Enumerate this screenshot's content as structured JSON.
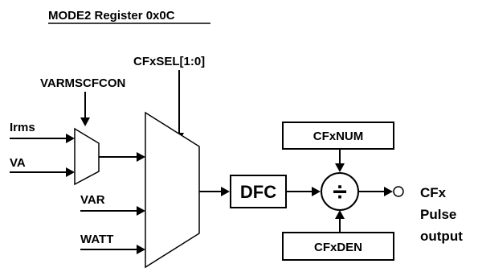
{
  "title": "MODE2 Register 0x0C",
  "control_labels": {
    "varmscfcon": "VARMSCFCON",
    "cfxsel": "CFxSEL[1:0]"
  },
  "inputs": {
    "irms": "Irms",
    "va": "VA",
    "var": "VAR",
    "watt": "WATT"
  },
  "blocks": {
    "dfc": "DFC",
    "cfxnum": "CFxNUM",
    "cfxden": "CFxDEN",
    "divider_symbol": "÷"
  },
  "output": {
    "line1": "CFx",
    "line2": "Pulse",
    "line3": "output"
  }
}
